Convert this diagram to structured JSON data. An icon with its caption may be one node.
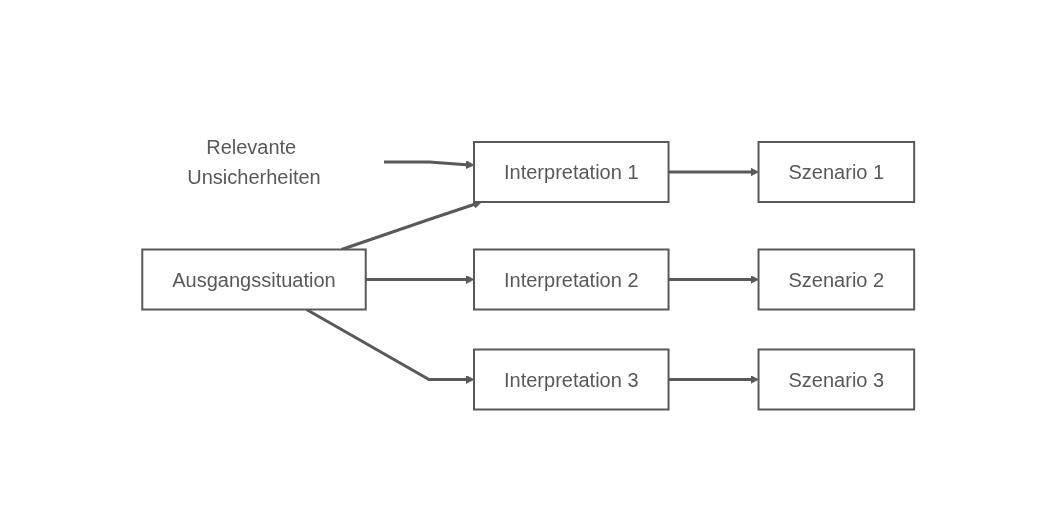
{
  "diagram": {
    "nodes": [
      {
        "text": [
          "Relevante Unsicherheiten"
        ]
      },
      {
        "text": [
          "Ausgangssituation"
        ]
      },
      {
        "text": [
          "Interpretation 1"
        ]
      },
      {
        "text": [
          "Szenario 1"
        ]
      },
      {
        "text": [
          "Interpretation 2"
        ]
      },
      {
        "text": [
          "Szenario 2"
        ]
      },
      {
        "text": [
          "Interpretation 3"
        ]
      },
      {
        "text": [
          "Szenario 3"
        ]
      }
    ],
    "edges": [
      {
        "from": 0,
        "to": 2,
        "arrow": "to"
      },
      {
        "from": 1,
        "to": 2,
        "arrow": "to"
      },
      {
        "from": 1,
        "to": 4,
        "arrow": "to"
      },
      {
        "from": 1,
        "to": 6,
        "arrow": "to"
      },
      {
        "from": 2,
        "to": 3,
        "arrow": "to"
      },
      {
        "from": 4,
        "to": 5,
        "arrow": "to"
      },
      {
        "from": 6,
        "to": 7,
        "arrow": "to"
      }
    ]
  }
}
